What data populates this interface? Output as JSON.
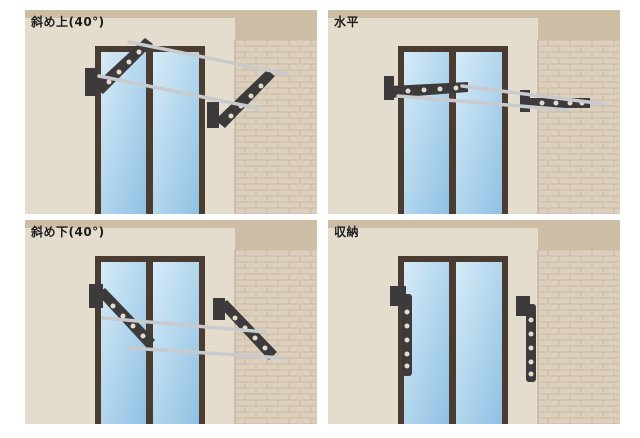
{
  "panels": [
    {
      "label": "斜め上(40°)"
    },
    {
      "label": "水平"
    },
    {
      "label": "斜め下(40°)"
    },
    {
      "label": "収納"
    }
  ],
  "colors": {
    "ceiling": "#cdbda4",
    "wall": "#e4dccd",
    "brick": "#dccfbc",
    "brick_line": "#c4b59f",
    "frame": "#4a3c30",
    "glass": "#b8d9ee",
    "arm": "#3c3a3a",
    "pole": "#c8cacd"
  }
}
